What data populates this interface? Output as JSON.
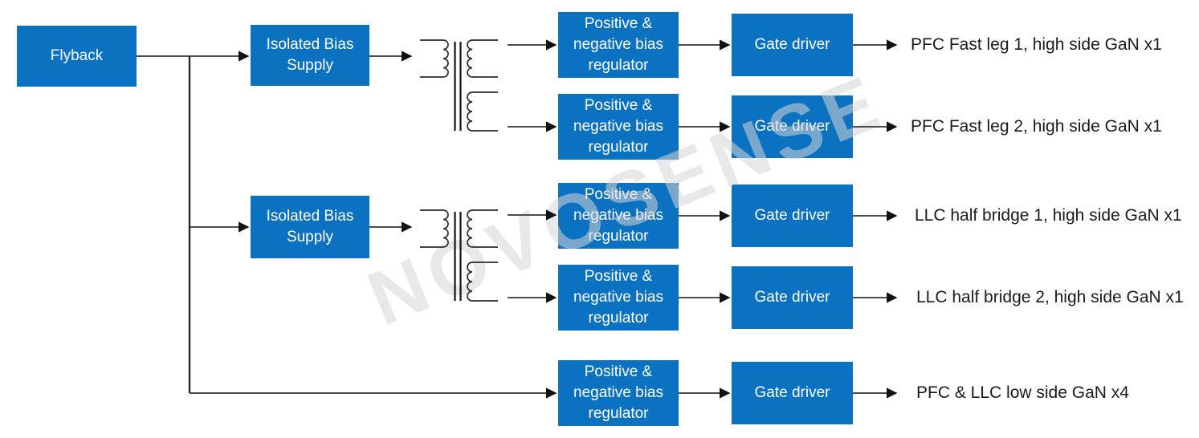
{
  "diagram": {
    "watermark": "NOVOSENSE",
    "colors": {
      "box": "#0b72c2",
      "box_text": "#ffffff",
      "line": "#333333",
      "label_text": "#1a1a1a",
      "watermark": "rgba(213,213,213,0.55)"
    },
    "blocks": {
      "flyback": "Flyback",
      "isolated_bias_supply": "Isolated Bias Supply",
      "bias_regulator": "Positive & negative bias regulator",
      "gate_driver": "Gate driver"
    },
    "outputs": [
      "PFC Fast leg 1, high side GaN x1",
      "PFC Fast leg 2, high side GaN x1",
      "LLC half bridge 1, high side GaN x1",
      "LLC half bridge 2, high side GaN x1",
      "PFC & LLC low side GaN x4"
    ]
  }
}
